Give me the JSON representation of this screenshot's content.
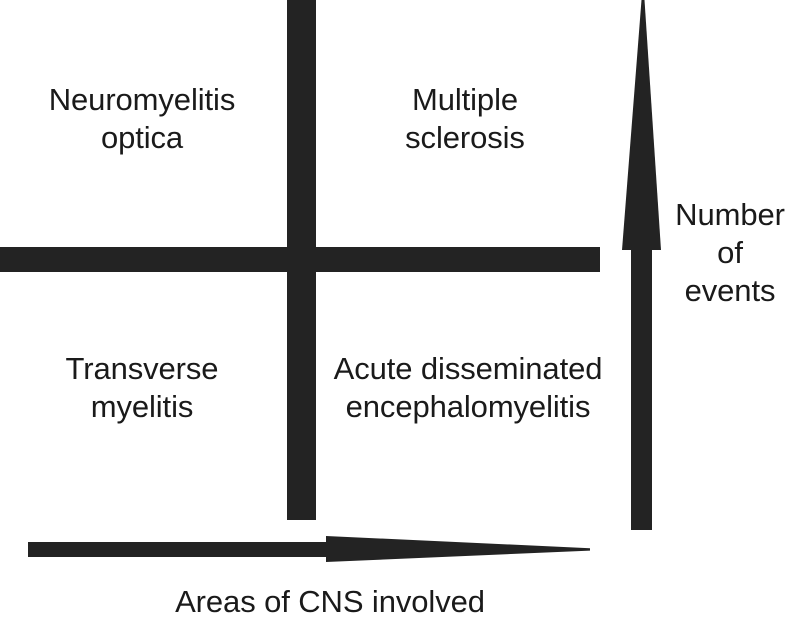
{
  "diagram": {
    "title": "CNS demyelinating disease spectrum quadrant diagram",
    "colors": {
      "background": "#ffffff",
      "shape_fill": "#232323",
      "text": "#1a1a1a"
    },
    "quadrants": [
      {
        "id": "upper-left",
        "label": "Neuromyelitis\noptica",
        "line1": "Neuromyelitis",
        "line2": "optica"
      },
      {
        "id": "upper-right",
        "label": "Multiple\nsclerosis",
        "line1": "Multiple",
        "line2": "sclerosis"
      },
      {
        "id": "lower-left",
        "label": "Transverse\nmyelitis",
        "line1": "Transverse",
        "line2": "myelitis"
      },
      {
        "id": "lower-right",
        "label": "Acute disseminated\nencephalomyelitis",
        "line1": "Acute disseminated",
        "line2": "encephalomyelitis"
      }
    ],
    "axes": {
      "vertical": {
        "label": "Number\nof\nevents",
        "line1": "Number",
        "line2": "of",
        "line3": "events",
        "direction": "up",
        "arrow_name": "number-of-events-arrow"
      },
      "horizontal": {
        "label": "Areas of CNS involved",
        "direction": "right",
        "arrow_name": "areas-of-cns-involved-arrow"
      }
    },
    "divider": {
      "vertical_bar_name": "vertical-divider-bar",
      "horizontal_bar_name": "horizontal-divider-bar"
    }
  }
}
